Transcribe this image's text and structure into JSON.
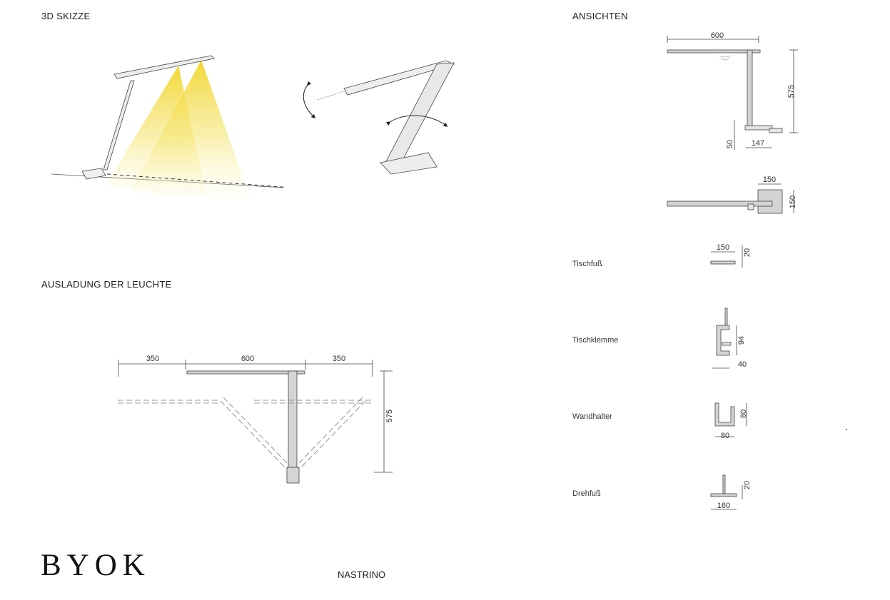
{
  "headings": {
    "sketch": "3D SKIZZE",
    "views": "ANSICHTEN",
    "reach": "AUSLADUNG DER LEUCHTE"
  },
  "reach_dims": {
    "left": "350",
    "center": "600",
    "right": "350",
    "height": "575"
  },
  "side_view_dims": {
    "width": "600",
    "height": "575",
    "base_height": "50",
    "base_width": "147"
  },
  "top_view_dims": {
    "width": "150",
    "depth": "150"
  },
  "accessories": [
    {
      "label": "Tischfuß",
      "dim_a": "150",
      "dim_b": "20"
    },
    {
      "label": "Tischklemme",
      "dim_a": "94",
      "dim_b": "40"
    },
    {
      "label": "Wandhalter",
      "dim_a": "80",
      "dim_b": "80"
    },
    {
      "label": "Drehfuß",
      "dim_a": "20",
      "dim_b": "160"
    }
  ],
  "brand": "BYOK",
  "product": "NASTRINO",
  "colors": {
    "light": "#f4e04a",
    "lamp_fill": "#d4d4d4",
    "line": "#333333"
  }
}
